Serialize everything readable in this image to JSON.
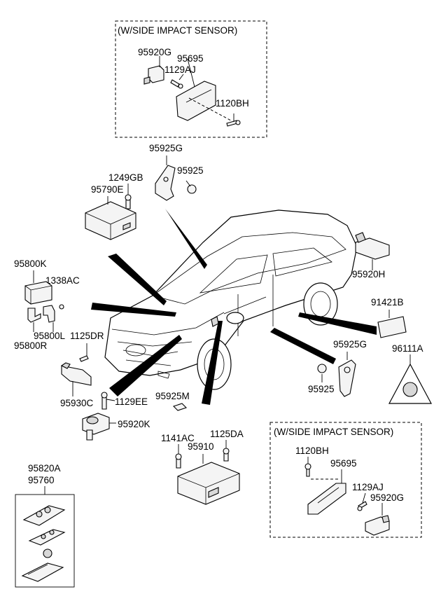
{
  "boxes": {
    "top_title": "(W/SIDE IMPACT SENSOR)",
    "bottom_title": "(W/SIDE IMPACT SENSOR)"
  },
  "labels": {
    "p95920G_top": "95920G",
    "p95695_top": "95695",
    "p1129AJ_top": "1129AJ",
    "p1120BH_top": "1120BH",
    "p95925G_top": "95925G",
    "p95925_top": "95925",
    "p1249GB": "1249GB",
    "p95790E": "95790E",
    "p95800K": "95800K",
    "p1338AC": "1338AC",
    "p95800L": "95800L",
    "p95800R": "95800R",
    "p1125DR": "1125DR",
    "p95930C": "95930C",
    "p1129EE": "1129EE",
    "p95920K": "95920K",
    "p95925M": "95925M",
    "p95920H": "95920H",
    "p91421B": "91421B",
    "p96111A": "96111A",
    "p95925G_right": "95925G",
    "p95925_right": "95925",
    "p1141AC": "1141AC",
    "p1125DA": "1125DA",
    "p95910": "95910",
    "p95820A": "95820A",
    "p95760": "95760",
    "p1120BH_bottom": "1120BH",
    "p95695_bottom": "95695",
    "p1129AJ_bottom": "1129AJ",
    "p95920G_bottom": "95920G"
  },
  "icons": [
    "side-impact-sensor",
    "bracket",
    "bolt",
    "control-module",
    "key-fob",
    "airbag-warning-label"
  ]
}
